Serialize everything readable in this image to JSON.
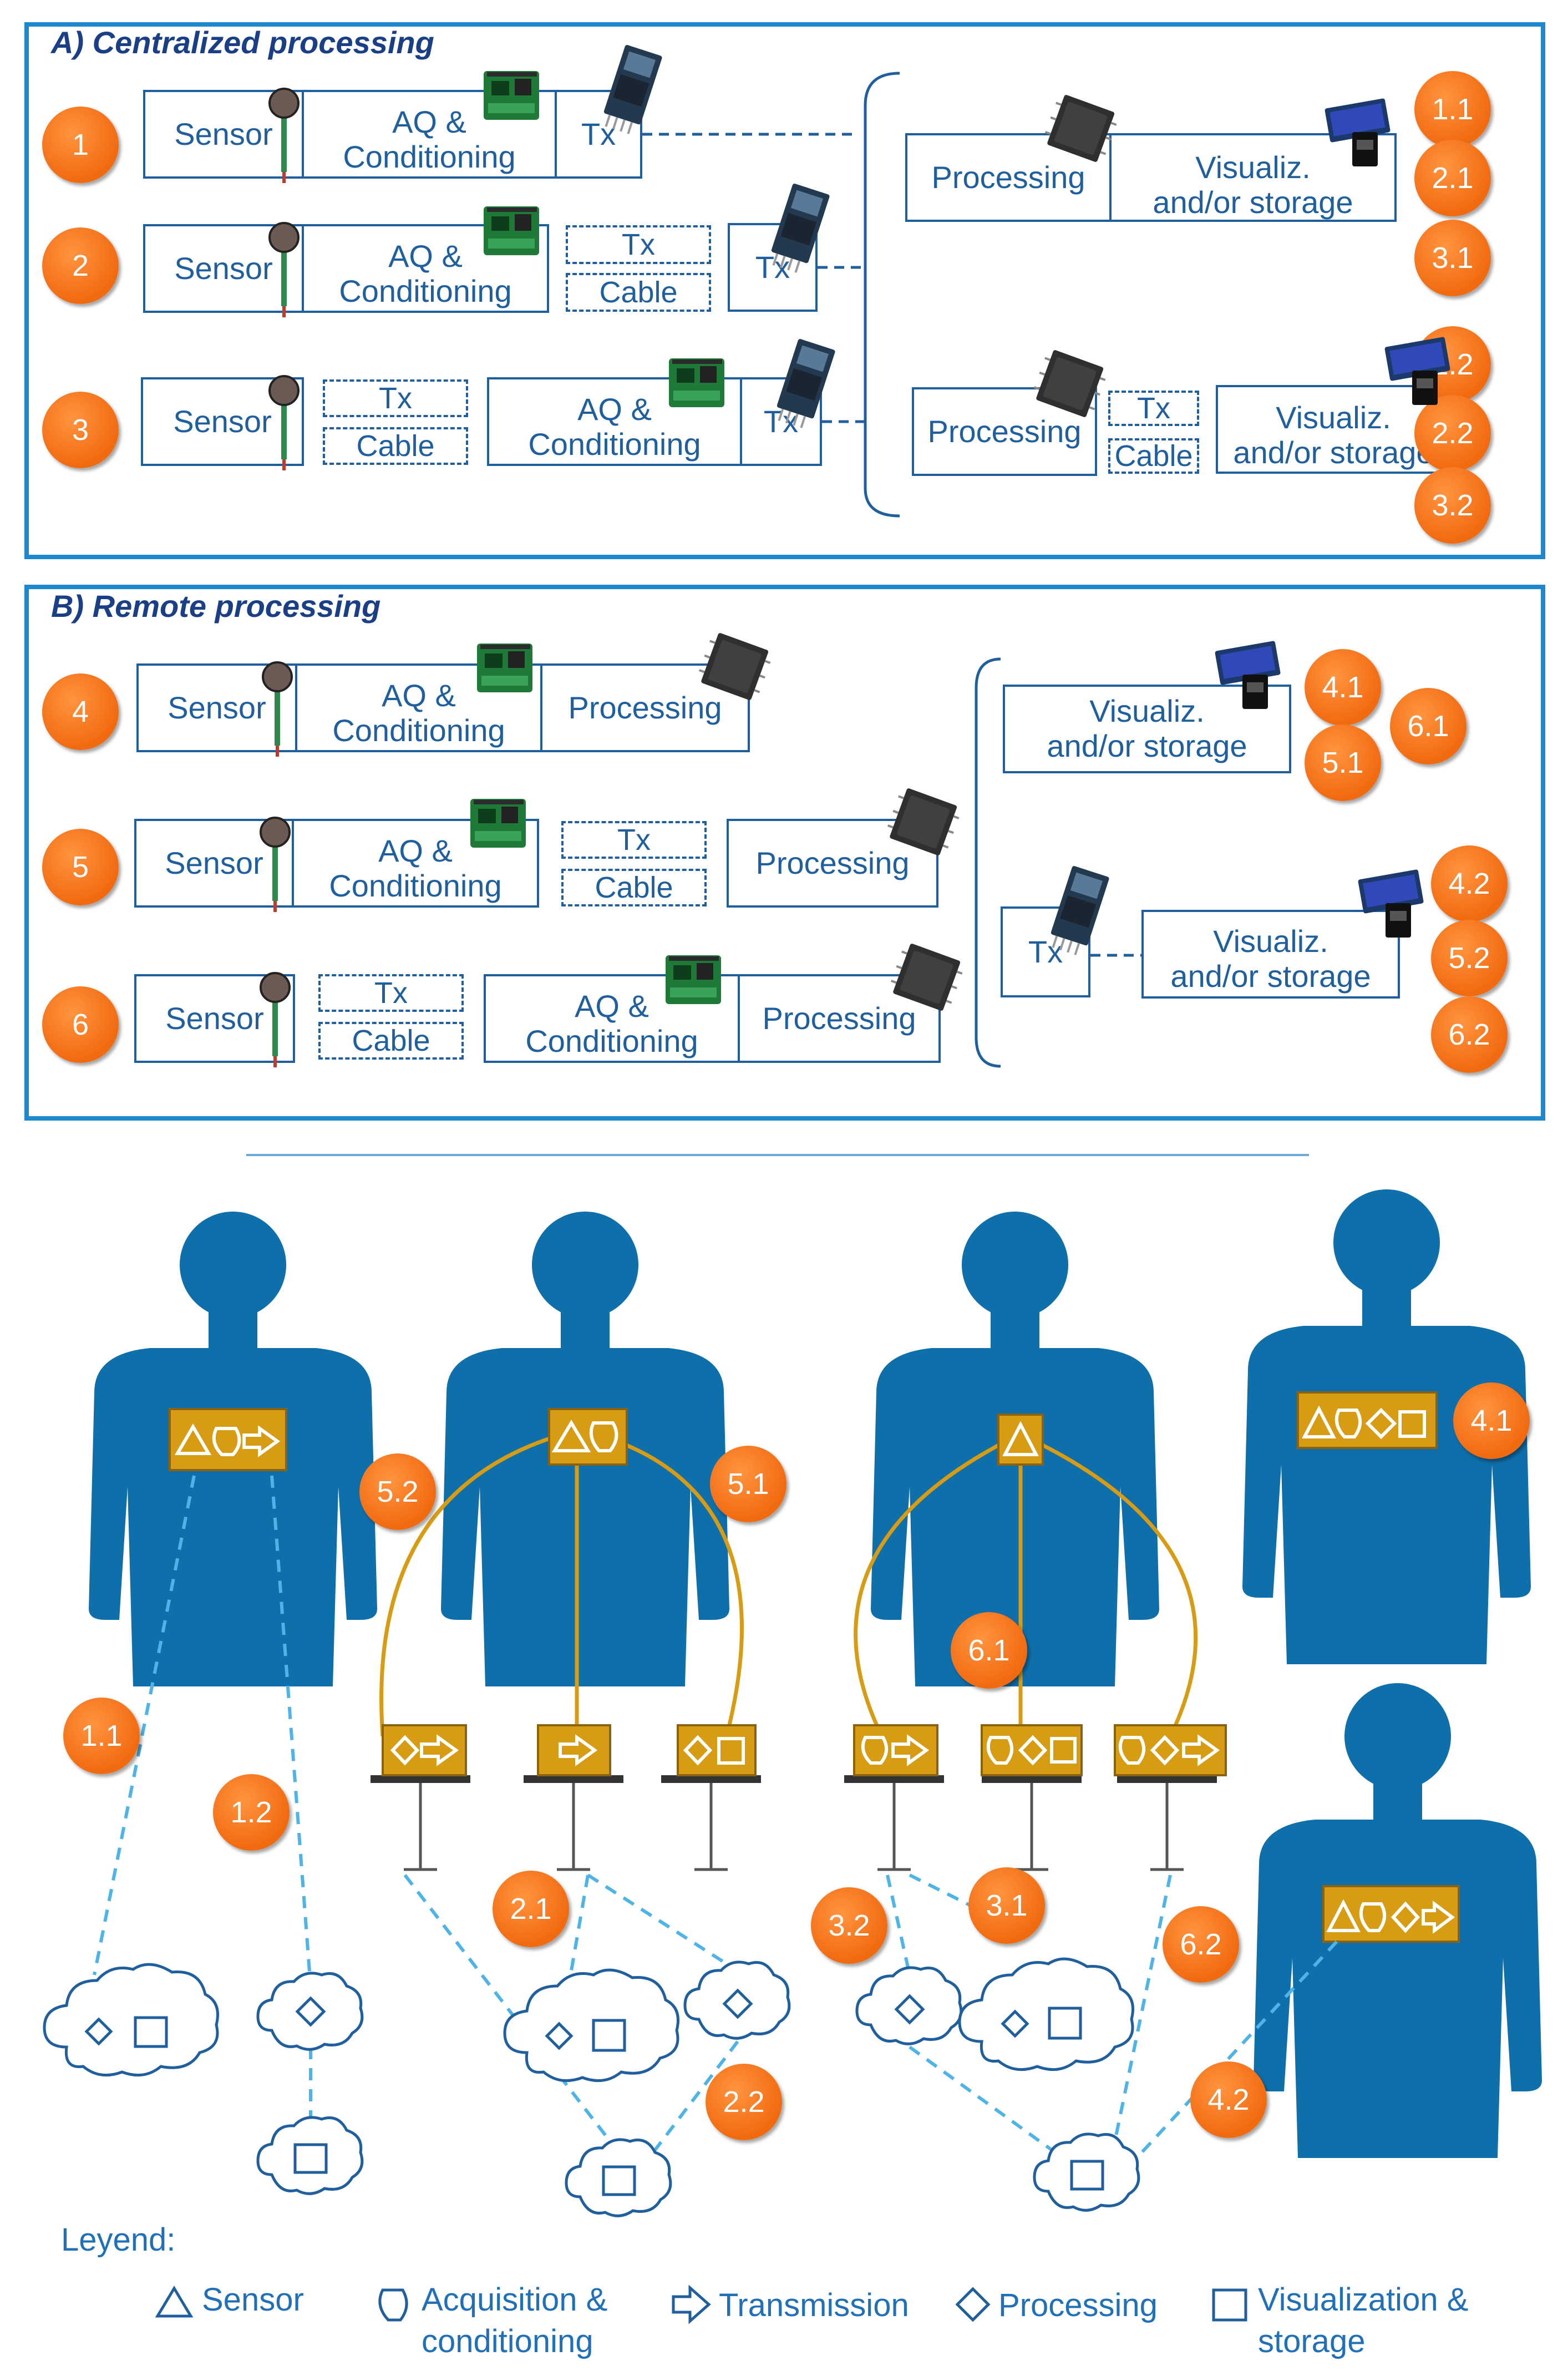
{
  "panelA": {
    "title": "A) Centralized processing",
    "sensor": "Sensor",
    "aq": "AQ &\nConditioning",
    "tx": "Tx",
    "cable": "Cable",
    "processing": "Processing",
    "visualiz": "Visualiz.\nand/or storage",
    "rows": [
      "1",
      "2",
      "3"
    ],
    "right_badges_top": [
      "1.1",
      "2.1",
      "3.1"
    ],
    "right_badges_bottom": [
      "1.2",
      "2.2",
      "3.2"
    ]
  },
  "panelB": {
    "title": "B) Remote processing",
    "rows": [
      "4",
      "5",
      "6"
    ],
    "right_badges_top": [
      "4.1",
      "5.1",
      "6.1"
    ],
    "right_badges_bottom": [
      "4.2",
      "5.2",
      "6.2"
    ]
  },
  "scene": {
    "badges": [
      "1.1",
      "1.2",
      "2.1",
      "2.2",
      "3.1",
      "3.2",
      "4.1",
      "4.2",
      "5.1",
      "5.2",
      "6.1",
      "6.2"
    ]
  },
  "legend": {
    "title": "Leyend:",
    "sensor": "Sensor",
    "acquisition": "Acquisition &\nconditioning",
    "transmission": "Transmission",
    "processing": "Processing",
    "visualization": "Visualization &\nstorage"
  },
  "colors": {
    "frame": "#1e88cf",
    "text": "#1f5f9e",
    "badge": "#f26a10",
    "silhouette": "#0f6fab",
    "box": "#d79b14",
    "dashed": "#4eb3e6"
  }
}
